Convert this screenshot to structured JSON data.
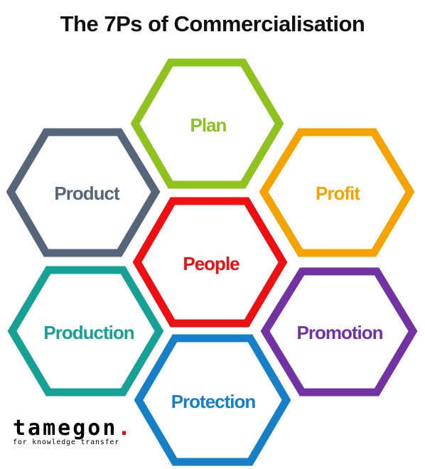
{
  "title": "The 7Ps of Commercialisation",
  "hexagons": [
    {
      "key": "plan",
      "label": "Plan",
      "color": "#8dc21f"
    },
    {
      "key": "product",
      "label": "Product",
      "color": "#56667a"
    },
    {
      "key": "profit",
      "label": "Profit",
      "color": "#f5a300"
    },
    {
      "key": "people",
      "label": "People",
      "color": "#ee0f12"
    },
    {
      "key": "production",
      "label": "Production",
      "color": "#16a196"
    },
    {
      "key": "promotion",
      "label": "Promotion",
      "color": "#7232a4"
    },
    {
      "key": "protection",
      "label": "Protection",
      "color": "#1580c8"
    }
  ],
  "logo": {
    "word": "tamegon",
    "dot": ".",
    "dot_color": "#e30613",
    "tagline": "for knowledge transfer"
  }
}
